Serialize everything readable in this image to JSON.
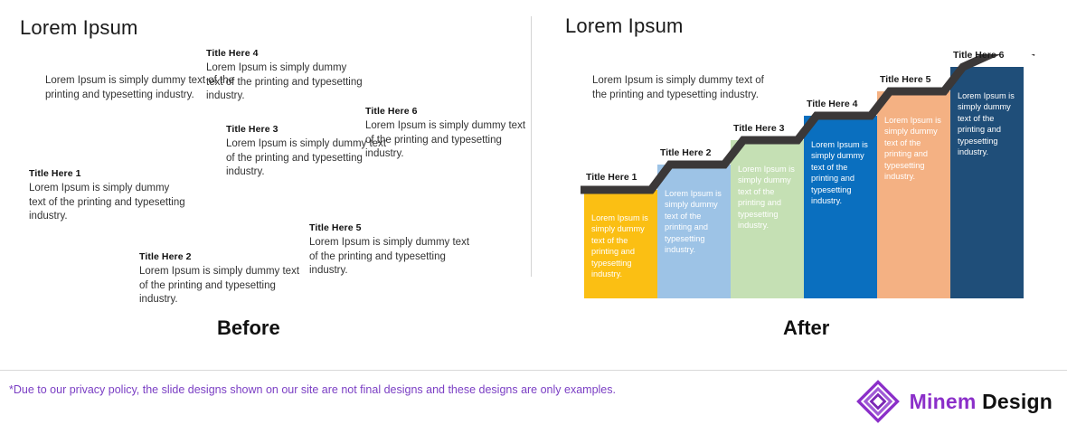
{
  "before": {
    "heading": "Lorem Ipsum",
    "caption": "Before",
    "intro": "Lorem Ipsum is simply dummy text of the printing and typesetting industry.",
    "items": [
      {
        "title": "Title Here 1",
        "body": "Lorem Ipsum is simply dummy text of the printing and typesetting industry."
      },
      {
        "title": "Title Here 2",
        "body": "Lorem Ipsum is simply dummy text of the printing and typesetting industry."
      },
      {
        "title": "Title Here 3",
        "body": "Lorem Ipsum is simply dummy text of the printing and typesetting industry."
      },
      {
        "title": "Title Here 4",
        "body": "Lorem Ipsum is simply dummy text of the printing and typesetting industry."
      },
      {
        "title": "Title Here 5",
        "body": "Lorem Ipsum is simply dummy text of the printing and typesetting industry."
      },
      {
        "title": "Title Here 6",
        "body": "Lorem Ipsum is simply dummy text of the printing and typesetting industry."
      }
    ]
  },
  "after": {
    "heading": "Lorem Ipsum",
    "caption": "After",
    "intro": "Lorem Ipsum is simply dummy text of the printing and typesetting industry.",
    "steps": [
      {
        "title": "Title Here 1",
        "body": "Lorem Ipsum is simply dummy text of the printing and typesetting industry.",
        "color": "#FBBF13"
      },
      {
        "title": "Title Here 2",
        "body": "Lorem Ipsum is simply dummy text of the printing and typesetting industry.",
        "color": "#9DC3E6"
      },
      {
        "title": "Title Here 3",
        "body": "Lorem Ipsum is simply dummy text of the printing and typesetting industry.",
        "color": "#C5E0B4"
      },
      {
        "title": "Title Here 4",
        "body": "Lorem Ipsum is simply dummy text of the printing and typesetting industry.",
        "color": "#0A6FBF"
      },
      {
        "title": "Title Here 5",
        "body": "Lorem Ipsum is simply dummy text of the printing and typesetting industry.",
        "color": "#F4B183"
      },
      {
        "title": "Title Here 6",
        "body": "Lorem Ipsum is simply dummy text of the printing and typesetting industry.",
        "color": "#1F4E79"
      }
    ],
    "arrow_color": "#3B3838"
  },
  "chart_data": {
    "type": "bar",
    "title": "Lorem Ipsum",
    "xlabel": "",
    "ylabel": "",
    "categories": [
      "Title Here 1",
      "Title Here 2",
      "Title Here 3",
      "Title Here 4",
      "Title Here 5",
      "Title Here 6"
    ],
    "values": [
      1,
      2,
      3,
      4,
      5,
      6
    ],
    "ylim": [
      0,
      6
    ],
    "grid": false,
    "legend": "none",
    "colors": [
      "#FBBF13",
      "#9DC3E6",
      "#C5E0B4",
      "#0A6FBF",
      "#F4B183",
      "#1F4E79"
    ],
    "annotations": [
      "ascending staircase with arrow head at top-right"
    ]
  },
  "footer": {
    "note": "*Due to our privacy policy, the slide designs shown on our site are not final designs and these designs are only examples.",
    "brand_first": "Minem",
    "brand_second": "Design",
    "brand_color": "#8B2FC9"
  }
}
